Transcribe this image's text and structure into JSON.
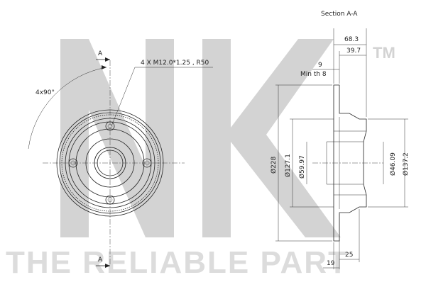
{
  "watermark": {
    "logo_text": "NK",
    "trademark": "TM",
    "tagline": "THE RELIABLE PART"
  },
  "front_view": {
    "section_mark_top": "A",
    "section_mark_bottom": "A",
    "angle_label": "4x90°",
    "thread_note": "4 X M12.0*1.25 , R50"
  },
  "section_view": {
    "title": "Section A-A",
    "dims": {
      "total_width": "68.3",
      "hub_width": "39.7",
      "thickness": "9",
      "min_thickness": "Min th 8",
      "outer_diameter": "Ø228",
      "drum_diameter": "Ø127.1",
      "center_bore": "Ø59.97",
      "hub_inner": "Ø46.09",
      "hub_outer": "Ø137.2",
      "bottom_width_25": "25",
      "bottom_width_19": "19"
    }
  }
}
